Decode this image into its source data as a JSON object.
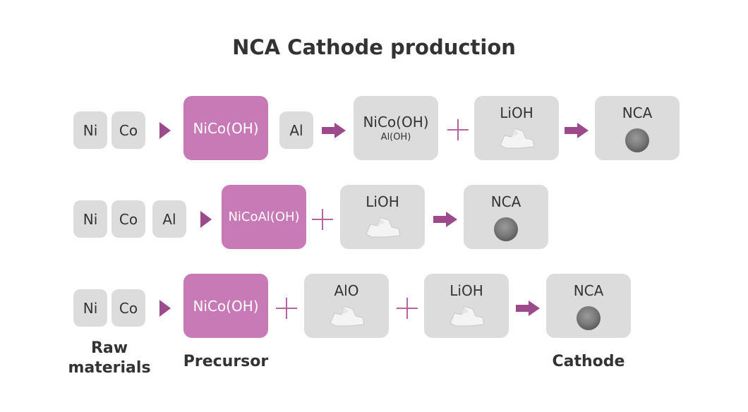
{
  "title": "NCA Cathode production",
  "row1": {
    "ni": "Ni",
    "co": "Co",
    "precursor": "NiCo(OH)",
    "al": "Al",
    "intermediate": "NiCo(OH)",
    "intermediate_sub": "Al(OH)",
    "lioh": "LiOH",
    "nca": "NCA"
  },
  "row2": {
    "ni": "Ni",
    "co": "Co",
    "al": "Al",
    "precursor": "NiCoAl(OH)",
    "lioh": "LiOH",
    "nca": "NCA"
  },
  "row3": {
    "ni": "Ni",
    "co": "Co",
    "precursor": "NiCo(OH)",
    "alo": "AlO",
    "lioh": "LiOH",
    "nca": "NCA"
  },
  "captions": {
    "raw": "Raw materials",
    "precursor": "Precursor",
    "cathode": "Cathode"
  },
  "colors": {
    "precursor": "#c87ab6",
    "arrow": "#9c4a8c",
    "box": "#dcdcdc"
  }
}
